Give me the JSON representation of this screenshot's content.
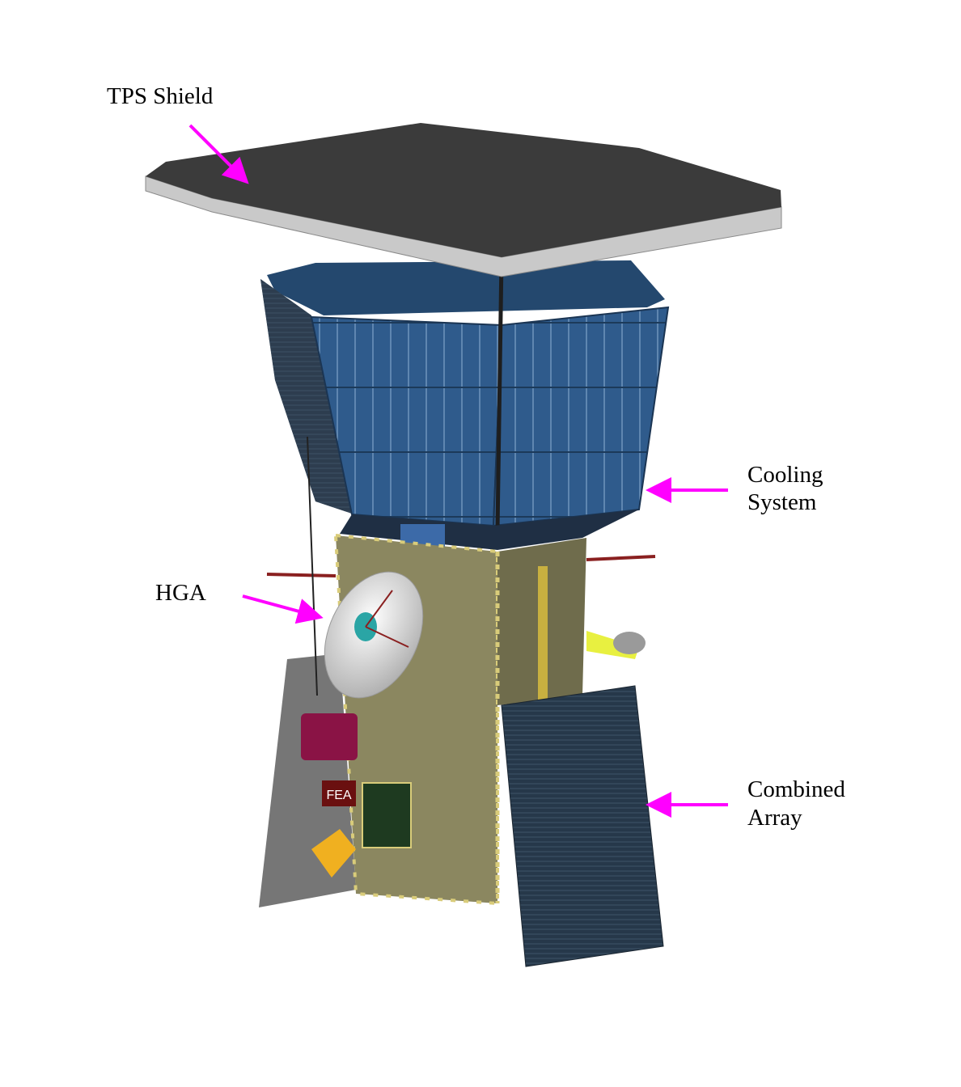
{
  "labels": {
    "tps_shield": "TPS Shield",
    "cooling_line1": "Cooling",
    "cooling_line2": "System",
    "hga": "HGA",
    "combined_line1": "Combined",
    "combined_line2": "Array"
  },
  "component_text": {
    "fea": "FEA"
  },
  "colors": {
    "arrow": "#ff00ff",
    "shield_top": "#3b3b3b",
    "shield_rim": "#c9c9c9",
    "solar_panel": "#2f5b8c",
    "body": "#8b8760",
    "combined_array": "#26384a"
  }
}
